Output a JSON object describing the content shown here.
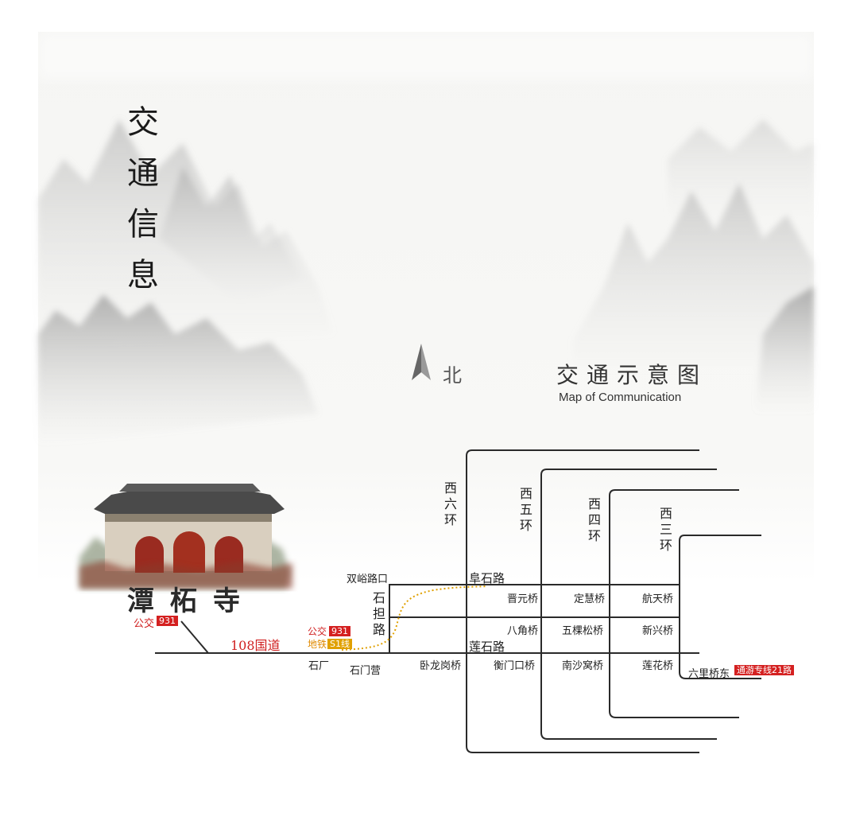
{
  "title_vertical": [
    "交",
    "通",
    "信",
    "息"
  ],
  "north": {
    "label": "北"
  },
  "map_title": {
    "zh": "交通示意图",
    "en": "Map of Communication"
  },
  "temple": {
    "name": "潭柘寺"
  },
  "bus_labels": {
    "bus": "公交",
    "bus_no": "931",
    "bus2": "公交",
    "bus2_no": "931",
    "metro": "地铁",
    "metro_line": "S1线"
  },
  "roads": {
    "g108": "108国道",
    "shidan": "石担路",
    "fushi": "阜石路",
    "lianshi": "莲石路",
    "ring6": "西六环",
    "ring5": "西五环",
    "ring4": "西四环",
    "ring3": "西三环"
  },
  "places": {
    "shuangyu": "双峪路口",
    "shichang": "石厂",
    "shimenying": "石门营",
    "wolonggang": "卧龙岗桥",
    "jinyuan": "晋元桥",
    "bajiao": "八角桥",
    "hengmenkou": "衡门口桥",
    "dinghui": "定慧桥",
    "wukesong": "五棵松桥",
    "nanshawo": "南沙窝桥",
    "hangtian": "航天桥",
    "xinxing": "新兴桥",
    "lianhua": "莲花桥",
    "liuliqiao": "六里桥东",
    "tourist_line": "通游专线21路"
  },
  "colors": {
    "road": "#2a2a2a",
    "red": "#d02020",
    "metro": "#e0a000"
  },
  "icons": {
    "north": "north-arrow-icon"
  }
}
